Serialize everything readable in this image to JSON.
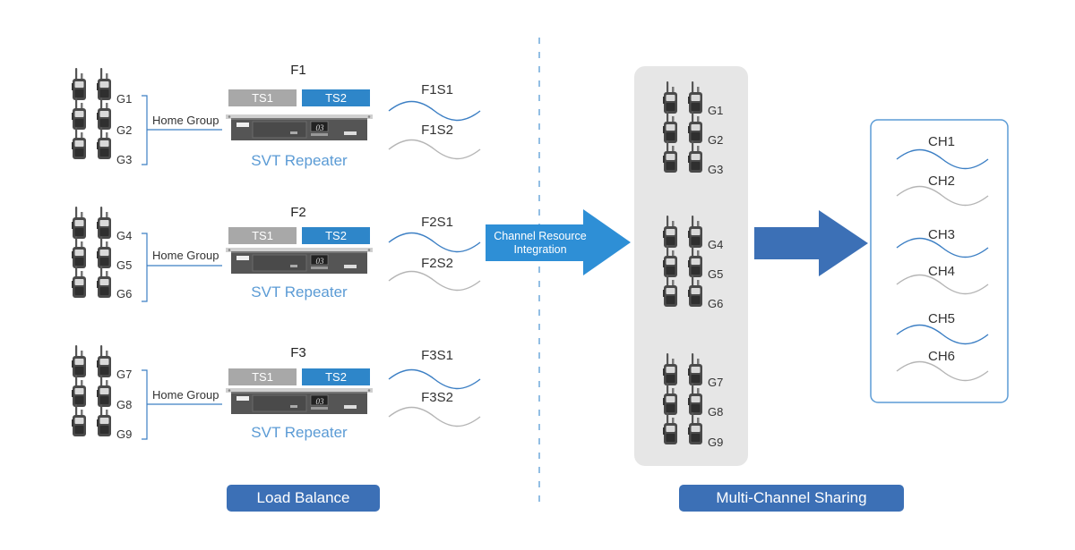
{
  "colors": {
    "blue": "#3c70b6",
    "ts_gray": "#a8a8a8",
    "ts_blue": "#2e86c9",
    "arrow_light": "#2e8fd6",
    "panel_gray": "#e6e6e6",
    "wave_blue": "#3c7fc4",
    "wave_gray": "#b5b5b5"
  },
  "load_balance": {
    "groups": [
      {
        "frequency": "F1",
        "groups": [
          "G1",
          "G2",
          "G3"
        ],
        "home_group": "Home Group",
        "ts1": "TS1",
        "ts2": "TS2",
        "repeater": "SVT Repeater",
        "display": "03",
        "signals": [
          "F1S1",
          "F1S2"
        ]
      },
      {
        "frequency": "F2",
        "groups": [
          "G4",
          "G5",
          "G6"
        ],
        "home_group": "Home Group",
        "ts1": "TS1",
        "ts2": "TS2",
        "repeater": "SVT Repeater",
        "display": "03",
        "signals": [
          "F2S1",
          "F2S2"
        ]
      },
      {
        "frequency": "F3",
        "groups": [
          "G7",
          "G8",
          "G9"
        ],
        "home_group": "Home Group",
        "ts1": "TS1",
        "ts2": "TS2",
        "repeater": "SVT Repeater",
        "display": "03",
        "signals": [
          "F3S1",
          "F3S2"
        ]
      }
    ],
    "footer": "Load Balance"
  },
  "integration_arrow": {
    "line1": "Channel Resource",
    "line2": "Integration"
  },
  "multi_channel": {
    "groups": [
      "G1",
      "G2",
      "G3",
      "G4",
      "G5",
      "G6",
      "G7",
      "G8",
      "G9"
    ],
    "channels": [
      "CH1",
      "CH2",
      "CH3",
      "CH4",
      "CH5",
      "CH6"
    ],
    "footer": "Multi-Channel Sharing"
  },
  "icons": {
    "radio": "two-way-radio-icon",
    "repeater": "repeater-device-icon",
    "arrow": "right-arrow-icon",
    "wave": "signal-wave-icon"
  }
}
